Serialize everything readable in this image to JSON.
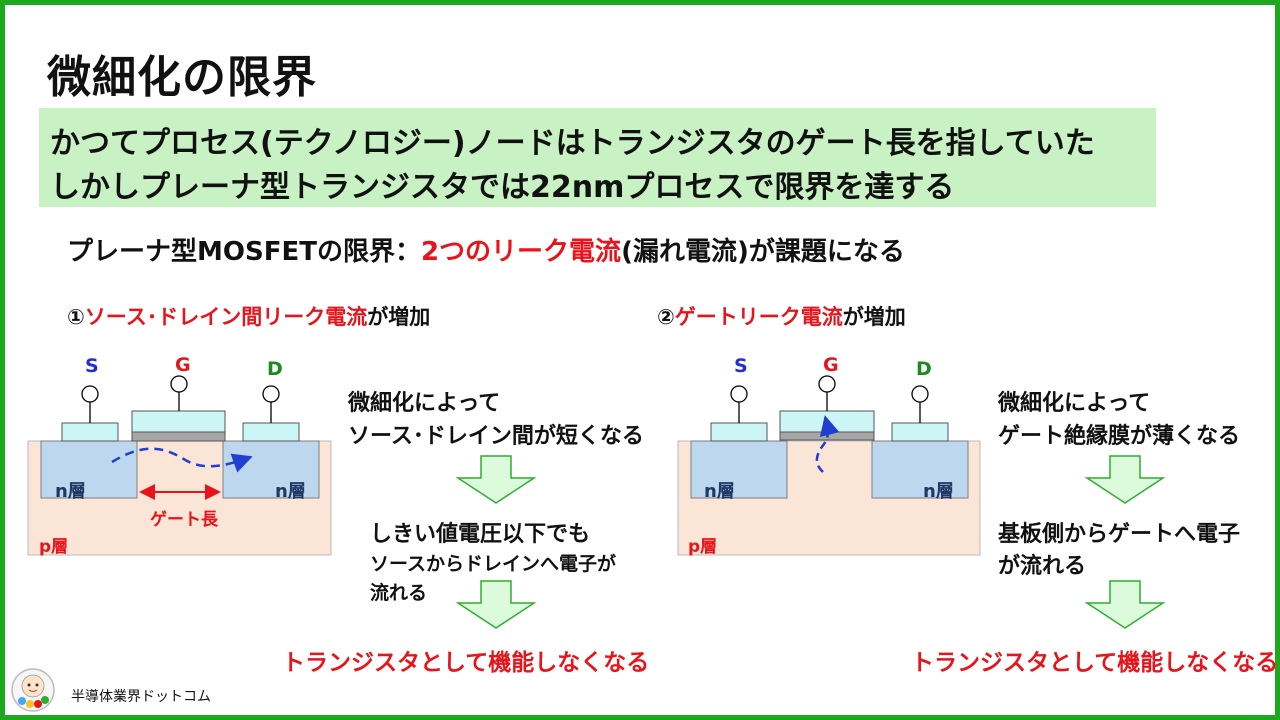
{
  "title": "微細化の限界",
  "banner": {
    "line1": "かつてプロセス(テクノロジー)ノードはトランジスタのゲート長を指していた",
    "line2": "しかしプレーナ型トランジスタでは22nmプロセスで限界を達する"
  },
  "subhead": {
    "prefix": "プレーナ型MOSFETの限界：",
    "highlight": "2つのリーク電流",
    "suffix": "(漏れ電流)が課題になる"
  },
  "left": {
    "heading": {
      "num": "①",
      "highlight": "ソース･ドレイン間リーク電流",
      "suffix": "が増加"
    },
    "labels": {
      "s": "S",
      "g": "G",
      "d": "D",
      "n_left": "n層",
      "n_right": "n層",
      "p": "p層",
      "gate_length": "ゲート長"
    },
    "step1": [
      "微細化によって",
      "ソース･ドレイン間が短くなる"
    ],
    "step2_main": "しきい値電圧以下でも",
    "step2_sub": [
      "ソースからドレインへ電子が",
      "流れる"
    ],
    "result": "トランジスタとして機能しなくなる"
  },
  "right": {
    "heading": {
      "num": "②",
      "highlight": "ゲートリーク電流",
      "suffix": "が増加"
    },
    "labels": {
      "s": "S",
      "g": "G",
      "d": "D",
      "n_left": "n層",
      "n_right": "n層",
      "p": "p層"
    },
    "step1": [
      "微細化によって",
      "ゲート絶縁膜が薄くなる"
    ],
    "step2": [
      "基板側からゲートへ電子",
      "が流れる"
    ],
    "result": "トランジスタとして機能しなくなる"
  },
  "footer": {
    "logo_text": "半導体業界ドットコム"
  },
  "colors": {
    "border": "#1ea81e",
    "banner": "#c8f2c4",
    "accent_red": "#e8141b",
    "substrate": "#fbe5d6",
    "n_region": "#bdd7ee",
    "contact": "#ccf5f5",
    "oxide": "#a6a6a6",
    "arrow_fill": "#dcfadc",
    "arrow_stroke": "#2eae2e",
    "electron": "#1f3fd1",
    "label_s": "#1f2fd1",
    "label_g": "#e8141b",
    "label_d": "#1e8a1e"
  }
}
